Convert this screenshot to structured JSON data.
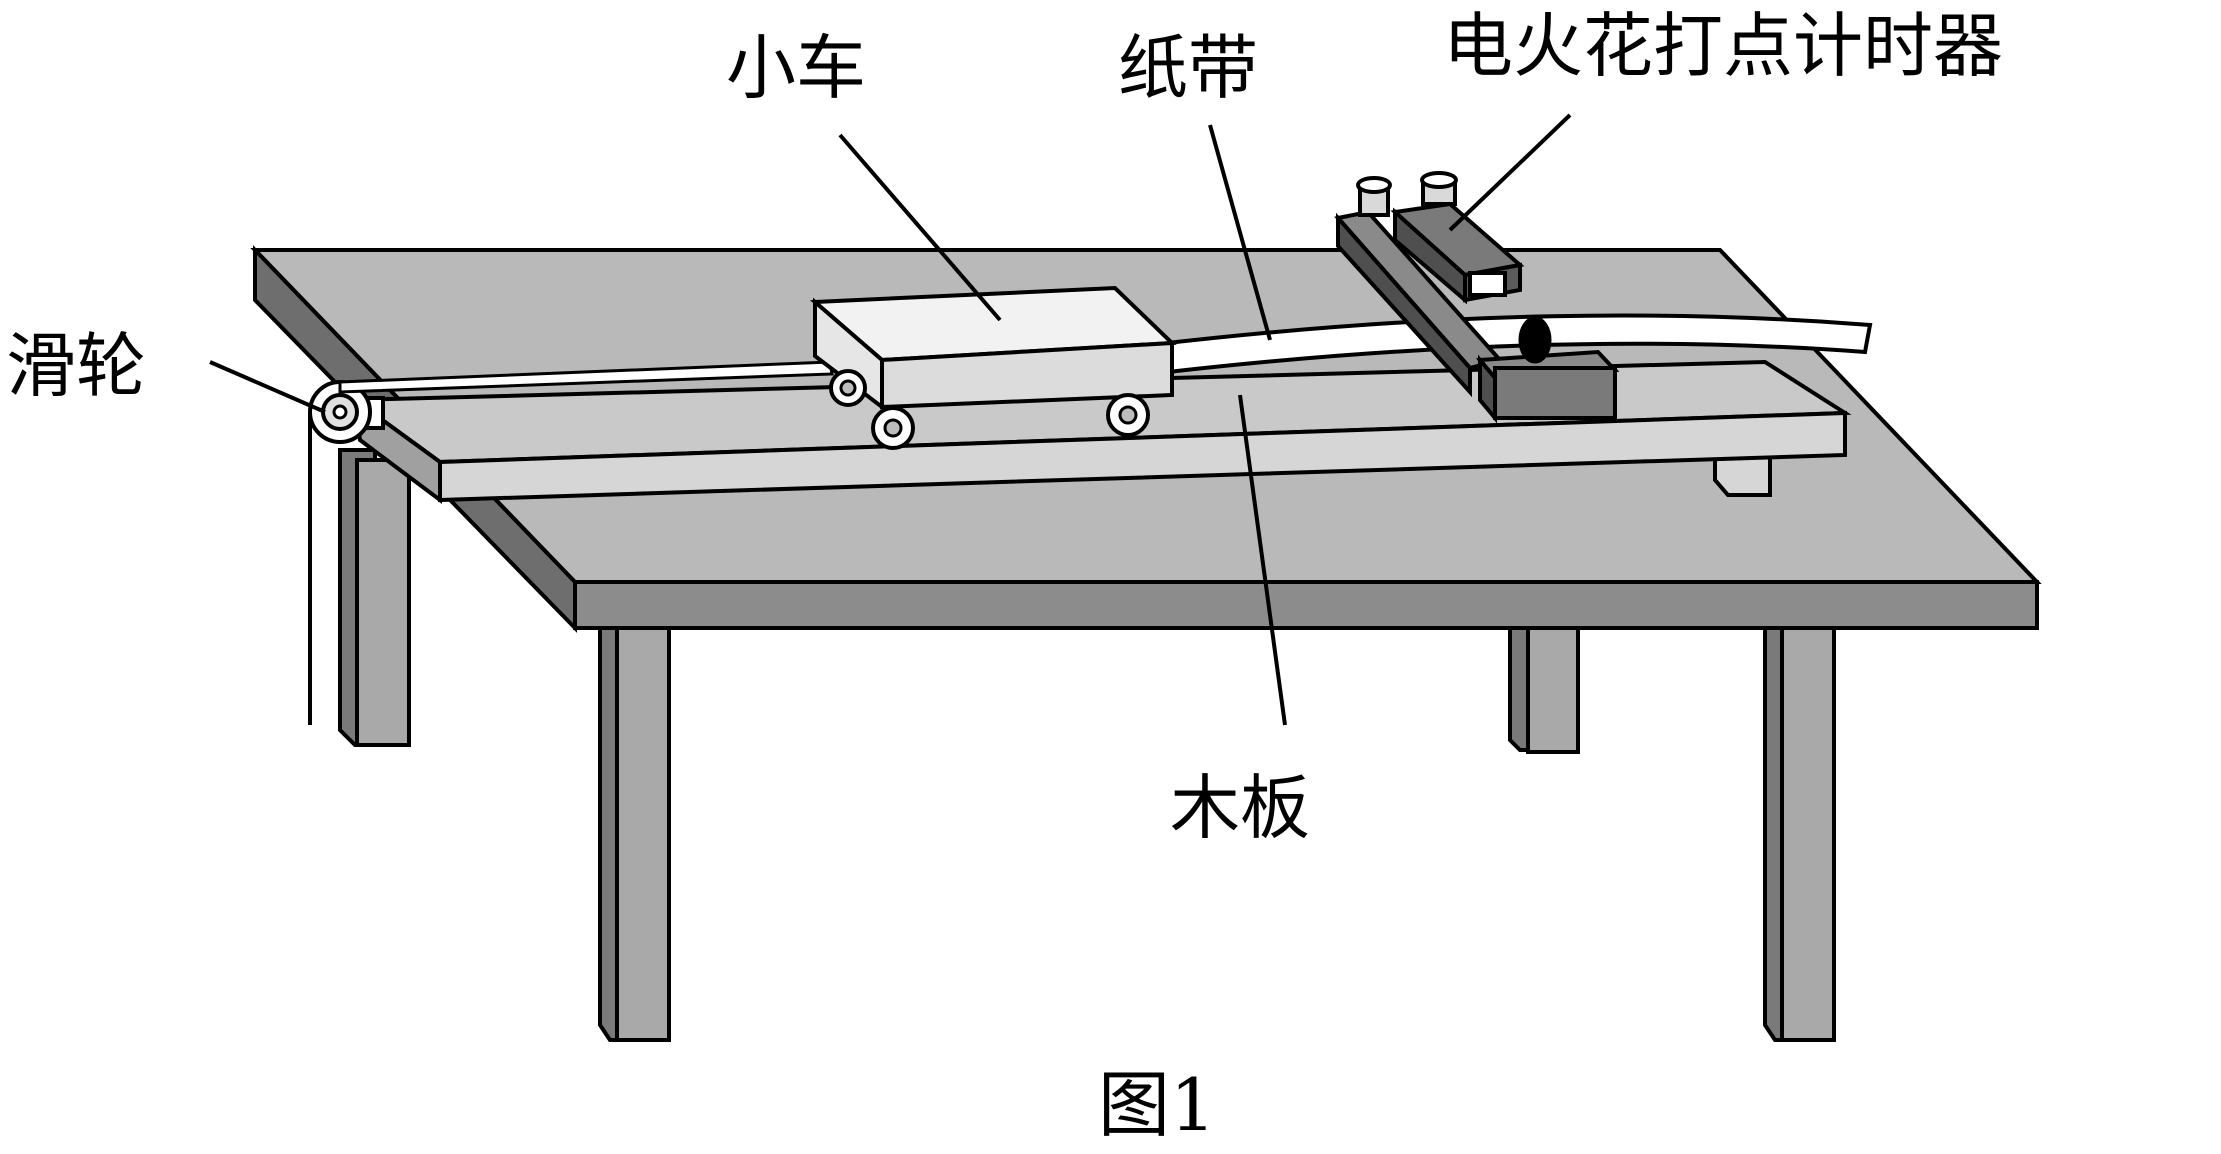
{
  "labels": {
    "cart": "小车",
    "paper_tape": "纸带",
    "timer": "电火花打点计时器",
    "pulley": "滑轮",
    "board": "木板",
    "caption": "图1"
  },
  "colors": {
    "table_top": "#b9b9b9",
    "table_edge": "#8c8c8c",
    "table_side_dark": "#6e6e6e",
    "leg_front": "#a9a9a9",
    "leg_side": "#7a7a7a",
    "board_top": "#c9c9c9",
    "board_side": "#d6d6d6",
    "cart_top": "#f2f2f2",
    "cart_side": "#dcdcdc",
    "tape": "#ffffff",
    "timer_body": "#6f6f6f",
    "timer_top": "#8a8a8a",
    "stroke": "#000000"
  }
}
